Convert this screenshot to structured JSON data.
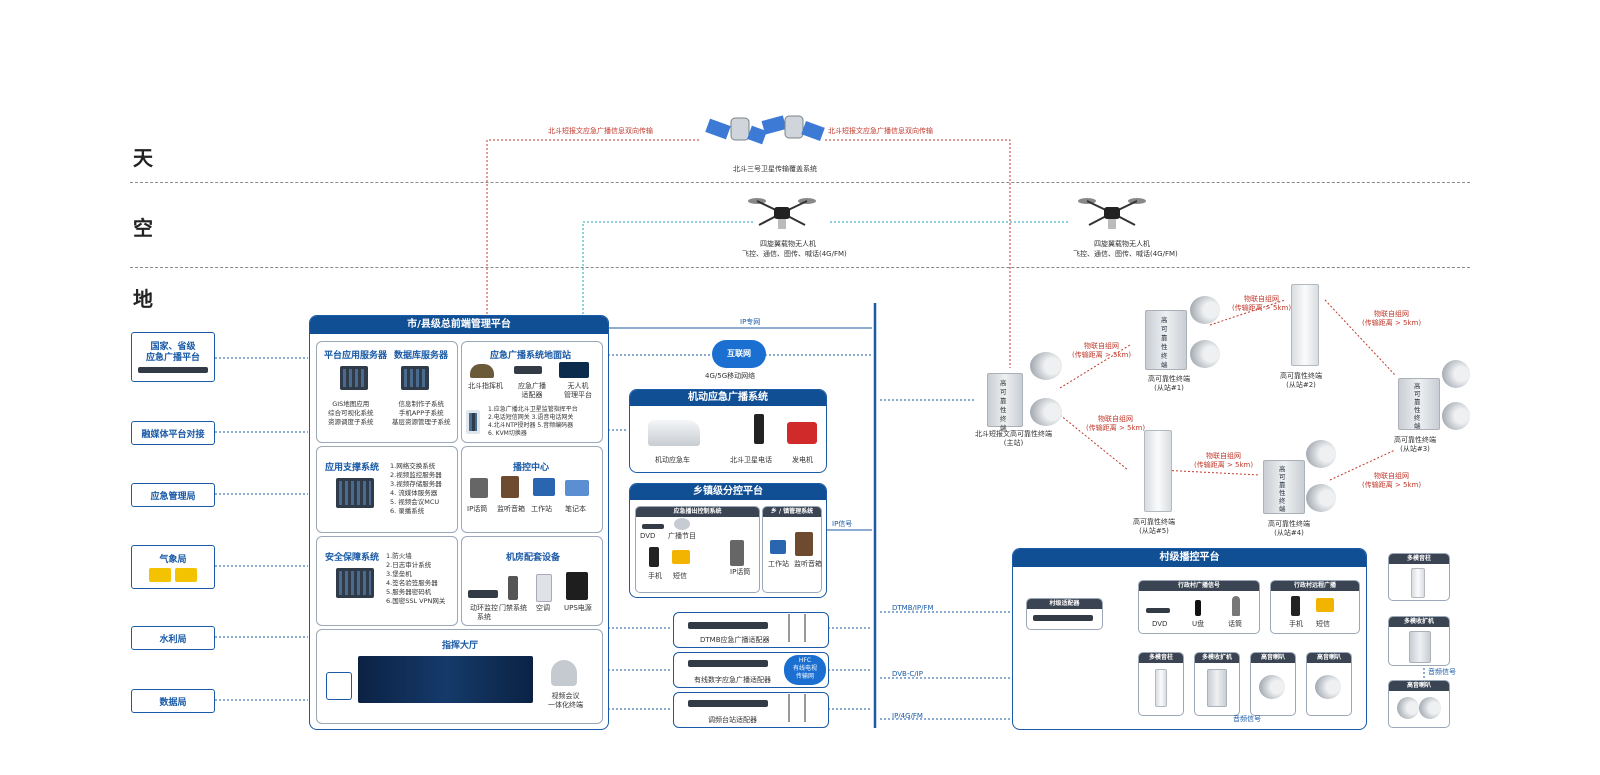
{
  "layers": {
    "sky": "天",
    "air": "空",
    "ground": "地"
  },
  "satellite": {
    "left_link": "北斗短报文应急广播信息双向传输",
    "right_link": "北斗短报文应急广播信息双向传输",
    "caption": "北斗三号卫星传输覆盖系统"
  },
  "drones": [
    {
      "title": "四旋翼载物无人机",
      "desc": "飞控、通信、图传、喊话(4G/FM)"
    },
    {
      "title": "四旋翼载物无人机",
      "desc": "飞控、通信、图传、喊话(4G/FM)"
    }
  ],
  "left_entities": [
    {
      "label": "国家、省级\n应急广播平台"
    },
    {
      "label": "融媒体平台对接"
    },
    {
      "label": "应急管理局"
    },
    {
      "label": "气象局"
    },
    {
      "label": "水利局"
    },
    {
      "label": "数据局"
    }
  ],
  "main_platform": {
    "title": "市/县级总前端管理平台",
    "app_server": {
      "title": "平台应用服务器",
      "items": "GIS地图应用\n综合可视化系统\n资源调度子系统"
    },
    "db_server": {
      "title": "数据库服务器",
      "items": "信息制作子系统\n手机APP子系统\n基层资源管理子系统"
    },
    "ground_station": {
      "title": "应急广播系统地面站",
      "devices": [
        "北斗指挥机",
        "应急广播\n适配器",
        "无人机\n管理平台"
      ],
      "items": "1.应急广播北斗卫星监管指挥平台\n2.电话短信网关    3.语音电话网关\n4.北斗NTP授时器  5.音频编码器\n6. KVM切换器"
    },
    "app_support": {
      "title": "应用支撑系统",
      "items": "1.网络交换系统\n2.视频监控服务器\n3.视频存储服务器\n4. 流媒体服务器\n5. 视频会议MCU\n6. 录播系统"
    },
    "broadcast_center": {
      "title": "播控中心",
      "devices": [
        "IP话筒",
        "监听音箱",
        "工作站",
        "笔记本"
      ]
    },
    "security": {
      "title": "安全保障系统",
      "items": "1.防火墙\n2.日志审计系统\n3.堡垒机\n4.签名验签服务器\n5.服务器密码机\n6.国密SSL VPN网关"
    },
    "machine_room": {
      "title": "机房配套设备",
      "devices": [
        "动环监控\n系统",
        "门禁系统",
        "空调",
        "UPS电源"
      ]
    },
    "command_hall": {
      "title": "指挥大厅",
      "devices": [
        "视频会议\n一体化终端"
      ]
    }
  },
  "network": {
    "ip_private": "IP专网",
    "internet": "互联网",
    "mobile": "4G/5G移动网络",
    "ip_signal": "IP信号",
    "dtmb_ip_fm": "DTMB/IP/FM",
    "dvb_c_ip": "DVB-C/IP",
    "ip_4g_fm": "IP/4G/FM",
    "hfc": "HFC\n有线电视\n传输网"
  },
  "mobile_system": {
    "title": "机动应急广播系统",
    "devices": [
      "机动应急车",
      "北斗卫星电话",
      "发电机"
    ]
  },
  "town_platform": {
    "title": "乡镇级分控平台",
    "control": {
      "title": "应急播出控制系统",
      "devices": [
        "DVD",
        "广播节目",
        "手机",
        "短信",
        "IP话筒"
      ]
    },
    "mgmt": {
      "title": "乡 / 镇管理系统",
      "devices": [
        "工作站",
        "监听音箱"
      ]
    }
  },
  "adapters": [
    {
      "label": "DTMB应急广播适配器"
    },
    {
      "label": "有线数字应急广播适配器"
    },
    {
      "label": "调频台站适配器"
    }
  ],
  "terminals": {
    "main": {
      "body": "高\n可\n靠\n性\n终\n端",
      "caption": "北斗短报文高可靠性终端\n(主站)"
    },
    "s1": {
      "body": "高\n可\n靠\n性\n终\n端",
      "caption": "高可靠性终端\n(从站#1)"
    },
    "s2": {
      "caption": "高可靠性终端\n(从站#2)"
    },
    "s3": {
      "body": "高\n可\n靠\n性\n终\n端",
      "caption": "高可靠性终端\n(从站#3)"
    },
    "s4": {
      "body": "高\n可\n靠\n性\n终\n端",
      "caption": "高可靠性终端\n(从站#4)"
    },
    "s5": {
      "caption": "高可靠性终端\n(从站#5)"
    },
    "mesh_label": "物联自组网\n(传输距离 > 5km)"
  },
  "village_platform": {
    "title": "村级播控平台",
    "village_adapter": "村级适配器",
    "admin_village": {
      "title": "行政村广播信号",
      "devices": [
        "DVD",
        "U盘",
        "话筒"
      ]
    },
    "admin_village_radio": {
      "title": "行政村远程广播",
      "devices": [
        "手机",
        "短信"
      ]
    },
    "outputs": [
      "多模音柱",
      "多模收扩机",
      "高音喇叭",
      "高音喇叭"
    ],
    "audio_signal": "音频信号"
  },
  "far_right": {
    "items": [
      "多模音柱",
      "多模收扩机",
      "高音喇叭"
    ],
    "audio_signal": "音频信号"
  }
}
